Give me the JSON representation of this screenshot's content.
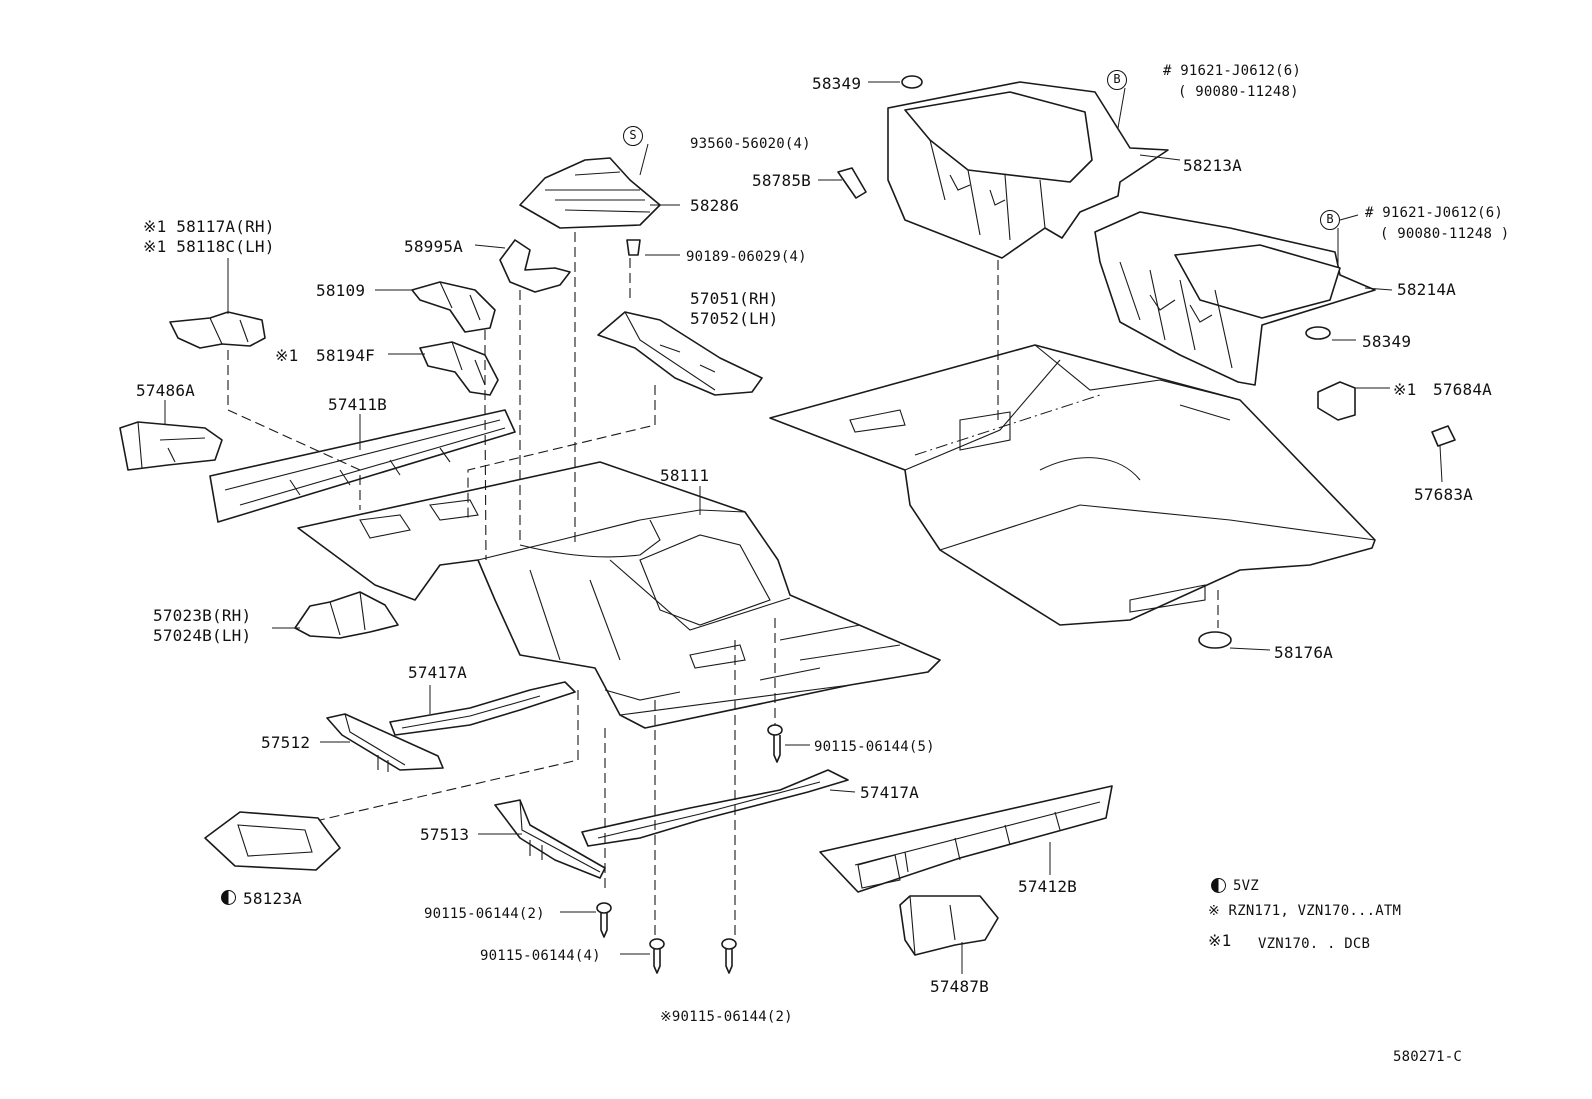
{
  "parts": {
    "p58349_top": "58349",
    "p91621_top": "# 91621-J0612(6)",
    "p90080_top": "( 90080-11248)",
    "p93560": "93560-56020(4)",
    "p58213A": "58213A",
    "p58785B": "58785B",
    "p58286": "58286",
    "p91621_mid": "# 91621-J0612(6)",
    "p90080_mid": "( 90080-11248 )",
    "p58117A": "※1 58117A(RH)",
    "p58118C": "※1 58118C(LH)",
    "p58995A": "58995A",
    "p90189": "90189-06029(4)",
    "p58214A": "58214A",
    "p58109": "58109",
    "p57051": "57051(RH)",
    "p57052": "57052(LH)",
    "p58194F": "58194F",
    "p58194F_mark": "※1",
    "p58349_mid": "58349",
    "p57486A": "57486A",
    "p57684A": "57684A",
    "p57684A_mark": "※1",
    "p57411B": "57411B",
    "p57683A": "57683A",
    "p58111": "58111",
    "p57023B": "57023B(RH)",
    "p57024B": "57024B(LH)",
    "p58176A": "58176A",
    "p57417A_up": "57417A",
    "p57512": "57512",
    "p90115_5": "90115-06144(5)",
    "p57417A_low": "57417A",
    "p57513": "57513",
    "p58123A": "58123A",
    "p57412B": "57412B",
    "p90115_2a": "90115-06144(2)",
    "p90115_4": "90115-06144(4)",
    "p57487B": "57487B",
    "p90115_2b": "※90115-06144(2)"
  },
  "symbols": {
    "bolt_b": "B",
    "screw_s": "S"
  },
  "legend": {
    "l1": "5VZ",
    "l2": "※ RZN171, VZN170...ATM",
    "l3_mark": "※1",
    "l3": "VZN170. . DCB"
  },
  "drawing_code": "580271-C"
}
